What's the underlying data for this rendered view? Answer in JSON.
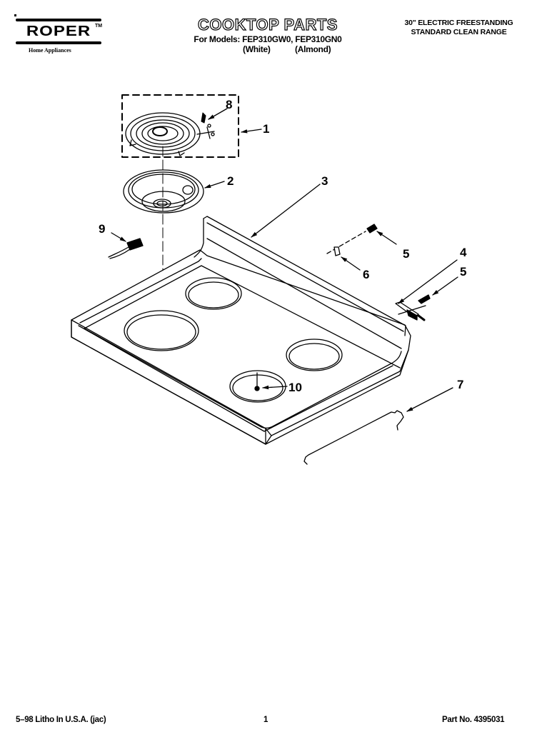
{
  "header": {
    "brand": {
      "name": "ROPER",
      "trademark": "TM",
      "subtitle": "Home Appliances",
      "icon": "roper-logo-icon"
    },
    "title": "COOKTOP PARTS",
    "models_line": "For Models: FEP310GW0, FEP310GN0",
    "model_colors": [
      "(White)",
      "(Almond)"
    ],
    "product_type": [
      "30\" ELECTRIC FREESTANDING",
      "STANDARD CLEAN RANGE"
    ]
  },
  "diagram": {
    "callouts": [
      {
        "id": "1",
        "label": "1",
        "part": "surface-element-assembly"
      },
      {
        "id": "2",
        "label": "2",
        "part": "drip-bowl"
      },
      {
        "id": "3",
        "label": "3",
        "part": "cooktop"
      },
      {
        "id": "4",
        "label": "4",
        "part": "hinge-bracket"
      },
      {
        "id": "5a",
        "label": "5",
        "part": "screw"
      },
      {
        "id": "5b",
        "label": "5",
        "part": "screw"
      },
      {
        "id": "6",
        "label": "6",
        "part": "clip"
      },
      {
        "id": "7",
        "label": "7",
        "part": "support-rod"
      },
      {
        "id": "8",
        "label": "8",
        "part": "element-clip"
      },
      {
        "id": "9",
        "label": "9",
        "part": "terminal-block"
      },
      {
        "id": "10",
        "label": "10",
        "part": "element-receptacle-screw"
      }
    ]
  },
  "footer": {
    "print_info": "5–98 Litho In U.S.A. (jac)",
    "page_number": "1",
    "part_number": "Part No. 4395031"
  }
}
